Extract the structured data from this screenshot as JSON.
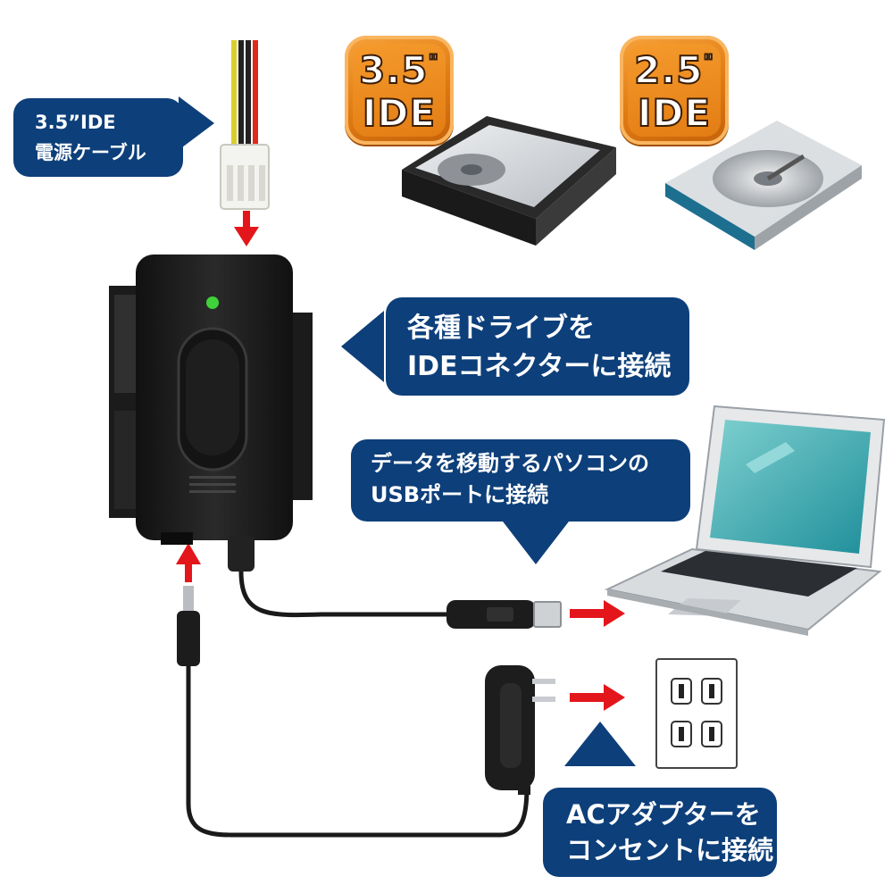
{
  "badges": {
    "ide35": {
      "size": "3.5",
      "mark": "\"",
      "type": "IDE"
    },
    "ide25": {
      "size": "2.5",
      "mark": "\"",
      "type": "IDE"
    }
  },
  "callouts": {
    "power_cable": {
      "line1": "3.5”IDE",
      "line2": "電源ケーブル"
    },
    "connect_drive": {
      "line1": "各種ドライブを",
      "line2": "IDEコネクターに接続"
    },
    "usb_port": {
      "line1": "データを移動するパソコンの",
      "line2": "USBポートに接続"
    },
    "ac_adapter": {
      "line1": "ACアダプターを",
      "line2": "コンセントに接続"
    }
  },
  "colors": {
    "callout": "#0d3f7a",
    "badge": "#e8841a",
    "arrow_red": "#e3161b",
    "adapter_body": "#1d1d1d",
    "led": "#3fd23a"
  }
}
